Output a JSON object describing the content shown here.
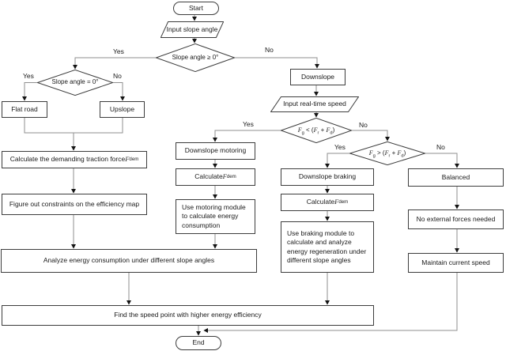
{
  "colors": {
    "background": "#ffffff",
    "box_border": "#3d3d3d",
    "connector_line": "#8f8f8f",
    "arrowhead": "#141414",
    "text": "#1a1a1a"
  },
  "nodes": {
    "start": {
      "label": "Start",
      "type": "terminal"
    },
    "input_slope_angle": {
      "label": "Input slope angle",
      "type": "io"
    },
    "d_slope_ge_0": {
      "label": "Slope angle ≥ 0°",
      "type": "decision"
    },
    "d_slope_eq_0": {
      "label": "Slope angle = 0°",
      "type": "decision"
    },
    "flat_road": {
      "label": "Flat road",
      "type": "process"
    },
    "upslope": {
      "label": "Upslope",
      "type": "process"
    },
    "calc_traction_force": {
      "label": "Calculate the demanding traction force F_dem",
      "type": "process"
    },
    "figure_constraints": {
      "label": "Figure out constraints on the efficiency map",
      "type": "process"
    },
    "analyze_consumption": {
      "label": "Analyze energy consumption under different slope angles",
      "type": "process"
    },
    "downslope": {
      "label": "Downslope",
      "type": "process"
    },
    "input_speed": {
      "label": "Input real-time speed",
      "type": "io"
    },
    "d_force_less": {
      "label": "F_g < (F_r + F_d)",
      "type": "decision"
    },
    "downslope_motoring": {
      "label": "Downslope motoring",
      "type": "process"
    },
    "calc_fdem_motoring": {
      "label": "Calculate F_dem",
      "type": "process"
    },
    "use_motoring_module": {
      "label": "Use motoring module to calculate energy consumption",
      "type": "process"
    },
    "d_force_greater": {
      "label": "F_g > (F_r + F_d)",
      "type": "decision"
    },
    "downslope_braking": {
      "label": "Downslope braking",
      "type": "process"
    },
    "calc_fdem_braking": {
      "label": "Calculate F_dem",
      "type": "process"
    },
    "use_braking_module": {
      "label": "Use braking module to calculate and analyze energy regeneration under different slope angles",
      "type": "process"
    },
    "balanced": {
      "label": "Balanced",
      "type": "process"
    },
    "no_external_forces": {
      "label": "No external forces needed",
      "type": "process"
    },
    "maintain_speed": {
      "label": "Maintain current speed",
      "type": "process"
    },
    "find_speed_point": {
      "label": "Find the speed point with higher energy efficiency",
      "type": "process"
    },
    "end": {
      "label": "End",
      "type": "terminal"
    }
  },
  "edge_labels": {
    "d1_yes": "Yes",
    "d1_no": "No",
    "d2_yes": "Yes",
    "d2_no": "No",
    "d3_yes": "Yes",
    "d3_no": "No",
    "d4_yes": "Yes",
    "d4_no": "No"
  }
}
